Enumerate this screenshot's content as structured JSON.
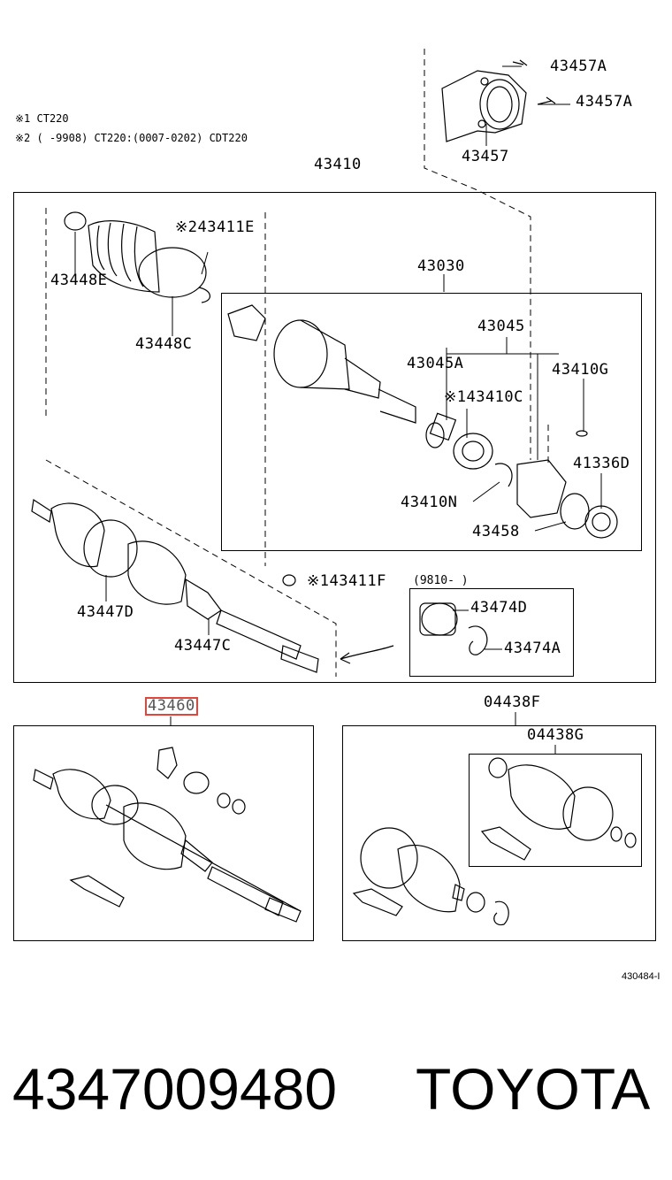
{
  "notes": {
    "note1": "※1 CT220",
    "note2": "※2 (    -9908) CT220:(0007-0202) CDT220"
  },
  "labels": {
    "l43457A_1": "43457A",
    "l43457A_2": "43457A",
    "l43457": "43457",
    "l43410": "43410",
    "l43411E": "※243411E",
    "l43448E": "43448E",
    "l43448C": "43448C",
    "l43030": "43030",
    "l43045": "43045",
    "l43045A": "43045A",
    "l43410G": "43410G",
    "l43410C": "※143410C",
    "l41336D": "41336D",
    "l43410N": "43410N",
    "l43458": "43458",
    "l43447D": "43447D",
    "l43447C": "43447C",
    "l43411F": "※143411F",
    "date9810": "(9810-     )",
    "l43474D": "43474D",
    "l43474A": "43474A",
    "l43460": "43460",
    "l04438F": "04438F",
    "l04438G": "04438G"
  },
  "ref_code": "430484-I",
  "footer": {
    "part_number": "4347009480",
    "brand": "TOYOTA"
  }
}
